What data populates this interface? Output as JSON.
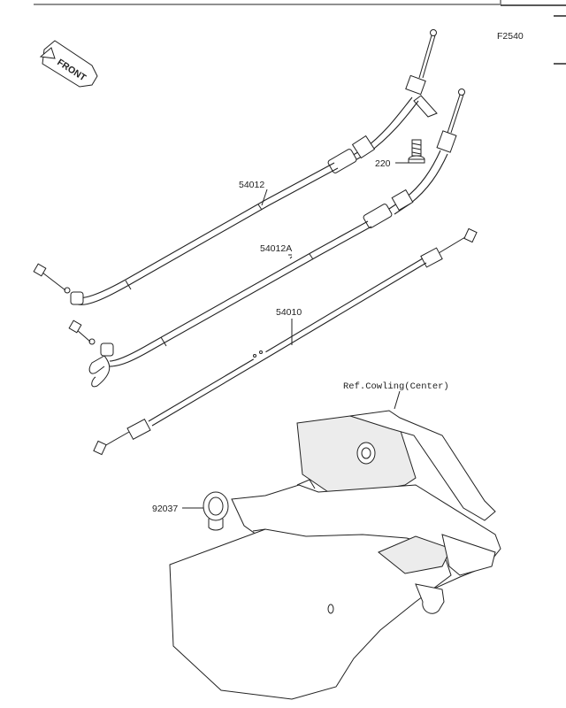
{
  "figure_code": "F2540",
  "front_label": "FRONT",
  "parts": [
    {
      "id": "p54012",
      "number": "54012"
    },
    {
      "id": "p54012a",
      "number": "54012A"
    },
    {
      "id": "p54010",
      "number": "54010"
    },
    {
      "id": "p220",
      "number": "220"
    },
    {
      "id": "p92037",
      "number": "92037"
    }
  ],
  "reference_note": "Ref.Cowling(Center)"
}
